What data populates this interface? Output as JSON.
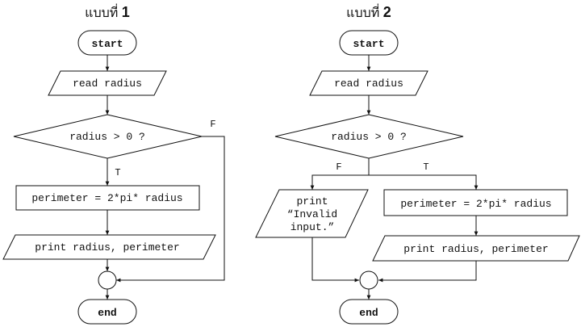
{
  "flowchart_1": {
    "heading": "แบบที่ ",
    "heading_number": "1",
    "start": "start",
    "read": "read radius",
    "decision": "radius > 0 ?",
    "false_label": "F",
    "true_label": "T",
    "process": "perimeter = 2*pi* radius",
    "output": "print radius, perimeter",
    "end": "end"
  },
  "flowchart_2": {
    "heading": "แบบที่ ",
    "heading_number": "2",
    "start": "start",
    "read": "read radius",
    "decision": "radius > 0 ?",
    "false_label": "F",
    "true_label": "T",
    "error_output_lines": [
      "print",
      "“Invalid",
      "input.”"
    ],
    "process": "perimeter = 2*pi* radius",
    "output": "print radius, perimeter",
    "end": "end"
  },
  "colors": {
    "stroke": "#111111",
    "fill": "#ffffff",
    "background": "#ffffff"
  }
}
